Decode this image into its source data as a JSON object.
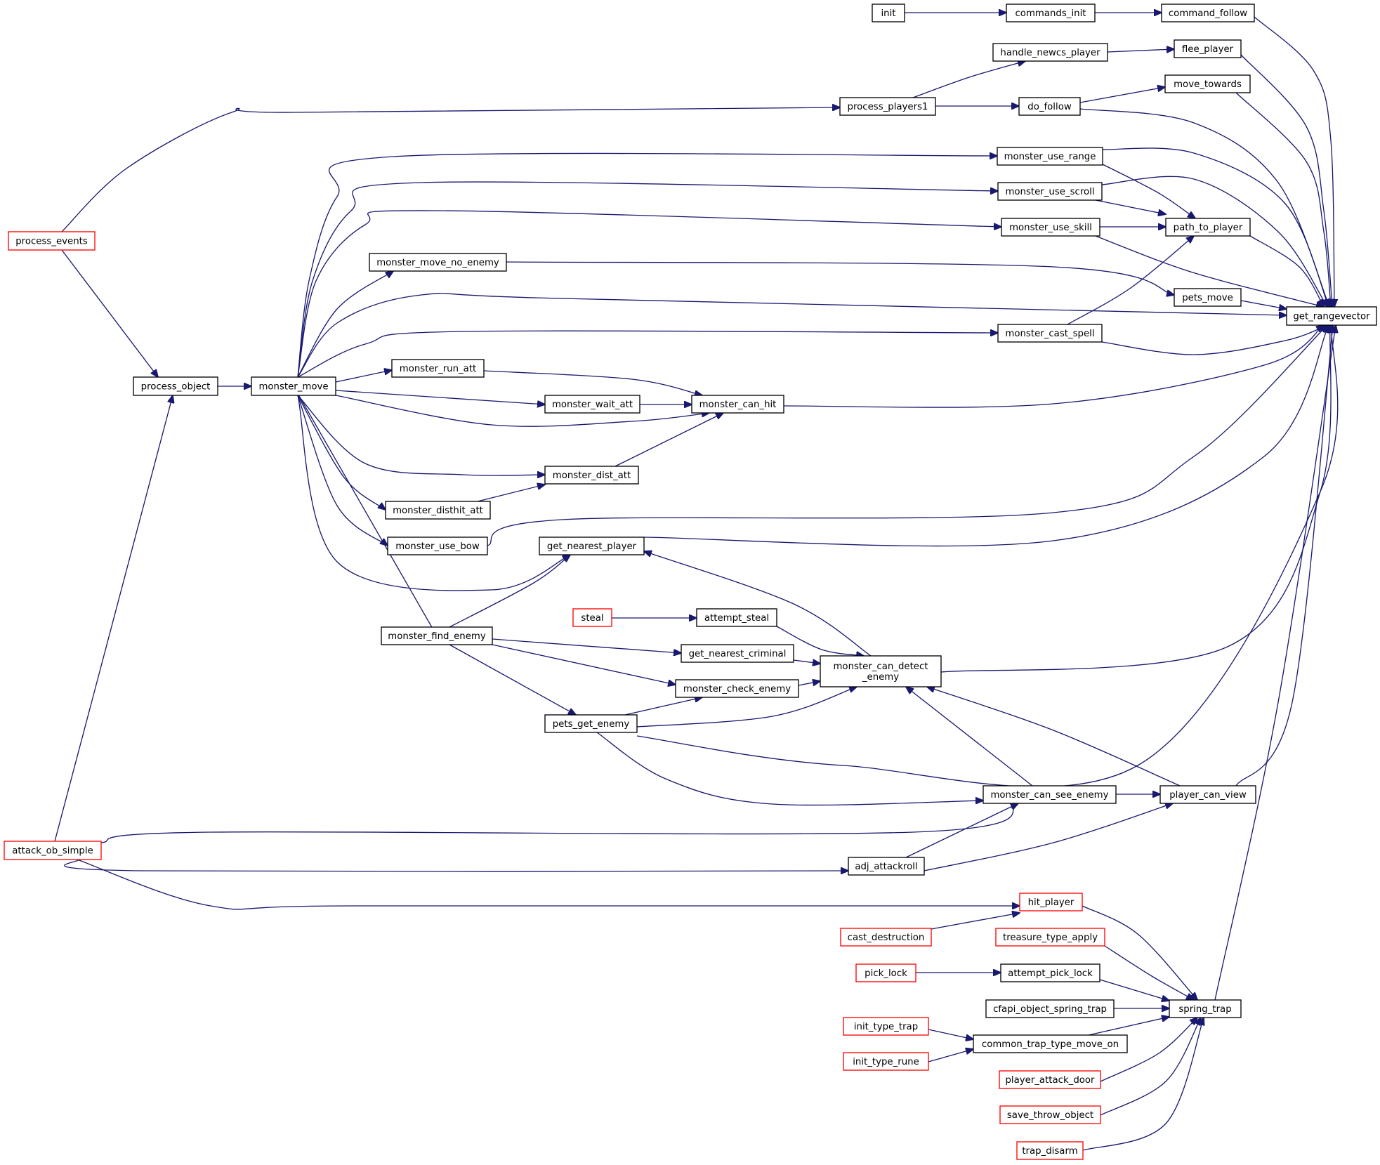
{
  "diagram": {
    "type": "call-graph",
    "colors": {
      "edge": "#191970",
      "border_normal": "#000000",
      "border_truncated": "#ff0000",
      "fill_normal": "#ffffff",
      "fill_root": "#bfbfbf"
    },
    "nodes": [
      {
        "id": "get_rangevector",
        "label": "get_rangevector",
        "style": "root"
      },
      {
        "id": "command_follow",
        "label": "command_follow",
        "style": "normal"
      },
      {
        "id": "commands_init",
        "label": "commands_init",
        "style": "normal"
      },
      {
        "id": "init",
        "label": "init",
        "style": "normal"
      },
      {
        "id": "flee_player",
        "label": "flee_player",
        "style": "normal"
      },
      {
        "id": "handle_newcs_player",
        "label": "handle_newcs_player",
        "style": "normal"
      },
      {
        "id": "process_players1",
        "label": "process_players1",
        "style": "normal"
      },
      {
        "id": "process_events",
        "label": "process_events",
        "style": "truncated"
      },
      {
        "id": "move_towards",
        "label": "move_towards",
        "style": "normal"
      },
      {
        "id": "do_follow",
        "label": "do_follow",
        "style": "normal"
      },
      {
        "id": "monster_use_range",
        "label": "monster_use_range",
        "style": "normal"
      },
      {
        "id": "monster_move",
        "label": "monster_move",
        "style": "normal"
      },
      {
        "id": "process_object",
        "label": "process_object",
        "style": "normal"
      },
      {
        "id": "attack_ob_simple",
        "label": "attack_ob_simple",
        "style": "truncated"
      },
      {
        "id": "monster_use_scroll",
        "label": "monster_use_scroll",
        "style": "normal"
      },
      {
        "id": "monster_use_skill",
        "label": "monster_use_skill",
        "style": "normal"
      },
      {
        "id": "path_to_player",
        "label": "path_to_player",
        "style": "normal"
      },
      {
        "id": "monster_cast_spell",
        "label": "monster_cast_spell",
        "style": "normal"
      },
      {
        "id": "pets_move",
        "label": "pets_move",
        "style": "normal"
      },
      {
        "id": "monster_move_no_enemy",
        "label": "monster_move_no_enemy",
        "style": "normal"
      },
      {
        "id": "monster_can_hit",
        "label": "monster_can_hit",
        "style": "normal"
      },
      {
        "id": "monster_run_att",
        "label": "monster_run_att",
        "style": "normal"
      },
      {
        "id": "monster_wait_att",
        "label": "monster_wait_att",
        "style": "normal"
      },
      {
        "id": "monster_dist_att",
        "label": "monster_dist_att",
        "style": "normal"
      },
      {
        "id": "monster_disthit_att",
        "label": "monster_disthit_att",
        "style": "normal"
      },
      {
        "id": "monster_use_bow",
        "label": "monster_use_bow",
        "style": "normal"
      },
      {
        "id": "get_nearest_player",
        "label": "get_nearest_player",
        "style": "normal"
      },
      {
        "id": "monster_find_enemy",
        "label": "monster_find_enemy",
        "style": "normal"
      },
      {
        "id": "monster_can_detect_enemy",
        "label": "monster_can_detect\n_enemy",
        "style": "normal"
      },
      {
        "id": "attempt_steal",
        "label": "attempt_steal",
        "style": "normal"
      },
      {
        "id": "steal",
        "label": "steal",
        "style": "truncated"
      },
      {
        "id": "get_nearest_criminal",
        "label": "get_nearest_criminal",
        "style": "normal"
      },
      {
        "id": "monster_check_enemy",
        "label": "monster_check_enemy",
        "style": "normal"
      },
      {
        "id": "pets_get_enemy",
        "label": "pets_get_enemy",
        "style": "normal"
      },
      {
        "id": "player_can_view",
        "label": "player_can_view",
        "style": "normal"
      },
      {
        "id": "monster_can_see_enemy",
        "label": "monster_can_see_enemy",
        "style": "normal"
      },
      {
        "id": "adj_attackroll",
        "label": "adj_attackroll",
        "style": "normal"
      },
      {
        "id": "spring_trap",
        "label": "spring_trap",
        "style": "normal"
      },
      {
        "id": "hit_player",
        "label": "hit_player",
        "style": "truncated"
      },
      {
        "id": "cast_destruction",
        "label": "cast_destruction",
        "style": "truncated"
      },
      {
        "id": "treasure_type_apply",
        "label": "treasure_type_apply",
        "style": "truncated"
      },
      {
        "id": "attempt_pick_lock",
        "label": "attempt_pick_lock",
        "style": "normal"
      },
      {
        "id": "pick_lock",
        "label": "pick_lock",
        "style": "truncated"
      },
      {
        "id": "cfapi_object_spring_trap",
        "label": "cfapi_object_spring_trap",
        "style": "normal"
      },
      {
        "id": "common_trap_type_move_on",
        "label": "common_trap_type_move_on",
        "style": "normal"
      },
      {
        "id": "init_type_trap",
        "label": "init_type_trap",
        "style": "truncated"
      },
      {
        "id": "init_type_rune",
        "label": "init_type_rune",
        "style": "truncated"
      },
      {
        "id": "player_attack_door",
        "label": "player_attack_door",
        "style": "truncated"
      },
      {
        "id": "save_throw_object",
        "label": "save_throw_object",
        "style": "truncated"
      },
      {
        "id": "trap_disarm",
        "label": "trap_disarm",
        "style": "truncated"
      }
    ],
    "edges": [
      {
        "from": "command_follow",
        "to": "get_rangevector"
      },
      {
        "from": "commands_init",
        "to": "command_follow"
      },
      {
        "from": "init",
        "to": "commands_init"
      },
      {
        "from": "flee_player",
        "to": "get_rangevector"
      },
      {
        "from": "handle_newcs_player",
        "to": "flee_player"
      },
      {
        "from": "process_players1",
        "to": "handle_newcs_player"
      },
      {
        "from": "process_events",
        "to": "process_players1"
      },
      {
        "from": "move_towards",
        "to": "get_rangevector"
      },
      {
        "from": "do_follow",
        "to": "move_towards"
      },
      {
        "from": "process_players1",
        "to": "do_follow"
      },
      {
        "from": "do_follow",
        "to": "get_rangevector"
      },
      {
        "from": "monster_use_range",
        "to": "get_rangevector"
      },
      {
        "from": "monster_use_range",
        "to": "path_to_player"
      },
      {
        "from": "monster_move",
        "to": "monster_use_range"
      },
      {
        "from": "process_object",
        "to": "monster_move"
      },
      {
        "from": "process_events",
        "to": "process_object"
      },
      {
        "from": "attack_ob_simple",
        "to": "process_object"
      },
      {
        "from": "monster_use_scroll",
        "to": "get_rangevector"
      },
      {
        "from": "monster_use_scroll",
        "to": "path_to_player"
      },
      {
        "from": "monster_move",
        "to": "monster_use_scroll"
      },
      {
        "from": "monster_use_skill",
        "to": "get_rangevector"
      },
      {
        "from": "monster_use_skill",
        "to": "path_to_player"
      },
      {
        "from": "monster_move",
        "to": "monster_use_skill"
      },
      {
        "from": "path_to_player",
        "to": "get_rangevector"
      },
      {
        "from": "monster_cast_spell",
        "to": "path_to_player"
      },
      {
        "from": "monster_cast_spell",
        "to": "get_rangevector"
      },
      {
        "from": "monster_move",
        "to": "monster_cast_spell"
      },
      {
        "from": "pets_move",
        "to": "get_rangevector"
      },
      {
        "from": "monster_move_no_enemy",
        "to": "pets_move"
      },
      {
        "from": "monster_move",
        "to": "monster_move_no_enemy"
      },
      {
        "from": "monster_move",
        "to": "get_rangevector"
      },
      {
        "from": "monster_can_hit",
        "to": "get_rangevector"
      },
      {
        "from": "monster_run_att",
        "to": "monster_can_hit"
      },
      {
        "from": "monster_move",
        "to": "monster_run_att"
      },
      {
        "from": "monster_wait_att",
        "to": "monster_can_hit"
      },
      {
        "from": "monster_move",
        "to": "monster_wait_att"
      },
      {
        "from": "monster_move",
        "to": "monster_can_hit"
      },
      {
        "from": "monster_dist_att",
        "to": "monster_can_hit"
      },
      {
        "from": "monster_move",
        "to": "monster_dist_att"
      },
      {
        "from": "monster_disthit_att",
        "to": "monster_dist_att"
      },
      {
        "from": "monster_move",
        "to": "monster_disthit_att"
      },
      {
        "from": "monster_use_bow",
        "to": "get_rangevector"
      },
      {
        "from": "monster_move",
        "to": "monster_use_bow"
      },
      {
        "from": "get_nearest_player",
        "to": "get_rangevector"
      },
      {
        "from": "monster_move",
        "to": "get_nearest_player"
      },
      {
        "from": "monster_find_enemy",
        "to": "get_nearest_player"
      },
      {
        "from": "monster_move",
        "to": "monster_find_enemy"
      },
      {
        "from": "monster_can_detect_enemy",
        "to": "get_nearest_player"
      },
      {
        "from": "monster_can_detect_enemy",
        "to": "get_rangevector"
      },
      {
        "from": "attempt_steal",
        "to": "monster_can_detect_enemy"
      },
      {
        "from": "steal",
        "to": "attempt_steal"
      },
      {
        "from": "get_nearest_criminal",
        "to": "monster_can_detect_enemy"
      },
      {
        "from": "monster_find_enemy",
        "to": "get_nearest_criminal"
      },
      {
        "from": "monster_check_enemy",
        "to": "monster_can_detect_enemy"
      },
      {
        "from": "monster_find_enemy",
        "to": "monster_check_enemy"
      },
      {
        "from": "pets_get_enemy",
        "to": "monster_can_detect_enemy"
      },
      {
        "from": "pets_get_enemy",
        "to": "monster_check_enemy"
      },
      {
        "from": "monster_find_enemy",
        "to": "pets_get_enemy"
      },
      {
        "from": "pets_get_enemy",
        "to": "get_rangevector"
      },
      {
        "from": "player_can_view",
        "to": "get_rangevector"
      },
      {
        "from": "player_can_view",
        "to": "monster_can_detect_enemy"
      },
      {
        "from": "monster_can_see_enemy",
        "to": "player_can_view"
      },
      {
        "from": "monster_can_see_enemy",
        "to": "monster_can_detect_enemy"
      },
      {
        "from": "pets_get_enemy",
        "to": "monster_can_see_enemy"
      },
      {
        "from": "attack_ob_simple",
        "to": "monster_can_see_enemy"
      },
      {
        "from": "adj_attackroll",
        "to": "monster_can_see_enemy"
      },
      {
        "from": "adj_attackroll",
        "to": "player_can_view"
      },
      {
        "from": "attack_ob_simple",
        "to": "adj_attackroll"
      },
      {
        "from": "spring_trap",
        "to": "get_rangevector"
      },
      {
        "from": "hit_player",
        "to": "spring_trap"
      },
      {
        "from": "attack_ob_simple",
        "to": "hit_player"
      },
      {
        "from": "cast_destruction",
        "to": "hit_player"
      },
      {
        "from": "treasure_type_apply",
        "to": "spring_trap"
      },
      {
        "from": "attempt_pick_lock",
        "to": "spring_trap"
      },
      {
        "from": "pick_lock",
        "to": "attempt_pick_lock"
      },
      {
        "from": "cfapi_object_spring_trap",
        "to": "spring_trap"
      },
      {
        "from": "common_trap_type_move_on",
        "to": "spring_trap"
      },
      {
        "from": "init_type_trap",
        "to": "common_trap_type_move_on"
      },
      {
        "from": "init_type_rune",
        "to": "common_trap_type_move_on"
      },
      {
        "from": "player_attack_door",
        "to": "spring_trap"
      },
      {
        "from": "save_throw_object",
        "to": "spring_trap"
      },
      {
        "from": "trap_disarm",
        "to": "spring_trap"
      }
    ]
  }
}
